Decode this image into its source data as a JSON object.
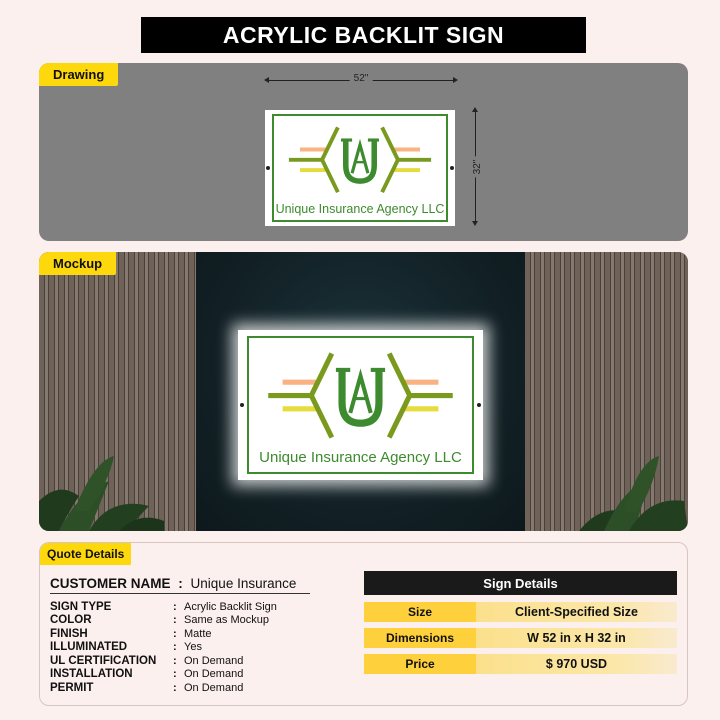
{
  "header": {
    "title": "ACRYLIC BACKLIT SIGN"
  },
  "drawing": {
    "tag": "Drawing",
    "width_label": "52\"",
    "height_label": "32\"",
    "sign_text": "Unique Insurance Agency LLC"
  },
  "mockup": {
    "tag": "Mockup",
    "sign_text": "Unique Insurance Agency LLC"
  },
  "quote": {
    "tag": "Quote Details",
    "customer_label": "CUSTOMER NAME",
    "customer_value": "Unique Insurance",
    "specs": [
      {
        "key": "SIGN TYPE",
        "value": "Acrylic Backlit Sign"
      },
      {
        "key": "COLOR",
        "value": "Same as Mockup"
      },
      {
        "key": "FINISH",
        "value": "Matte"
      },
      {
        "key": "ILLUMINATED",
        "value": "Yes"
      },
      {
        "key": "UL CERTIFICATION",
        "value": "On Demand"
      },
      {
        "key": "INSTALLATION",
        "value": "On Demand"
      },
      {
        "key": "PERMIT",
        "value": "On Demand"
      }
    ],
    "colon": ":"
  },
  "sign_details": {
    "title": "Sign Details",
    "rows": [
      {
        "key": "Size",
        "value": "Client-Specified Size"
      },
      {
        "key": "Dimensions",
        "value": "W 52 in x H 32 in"
      },
      {
        "key": "Price",
        "value": "$ 970 USD"
      }
    ]
  },
  "colors": {
    "accent_yellow": "#fcd80c",
    "logo_green": "#3d8b2e",
    "logo_olive": "#7a9a1e",
    "logo_peach": "#f9b382",
    "logo_yellow": "#e6dc3c"
  }
}
